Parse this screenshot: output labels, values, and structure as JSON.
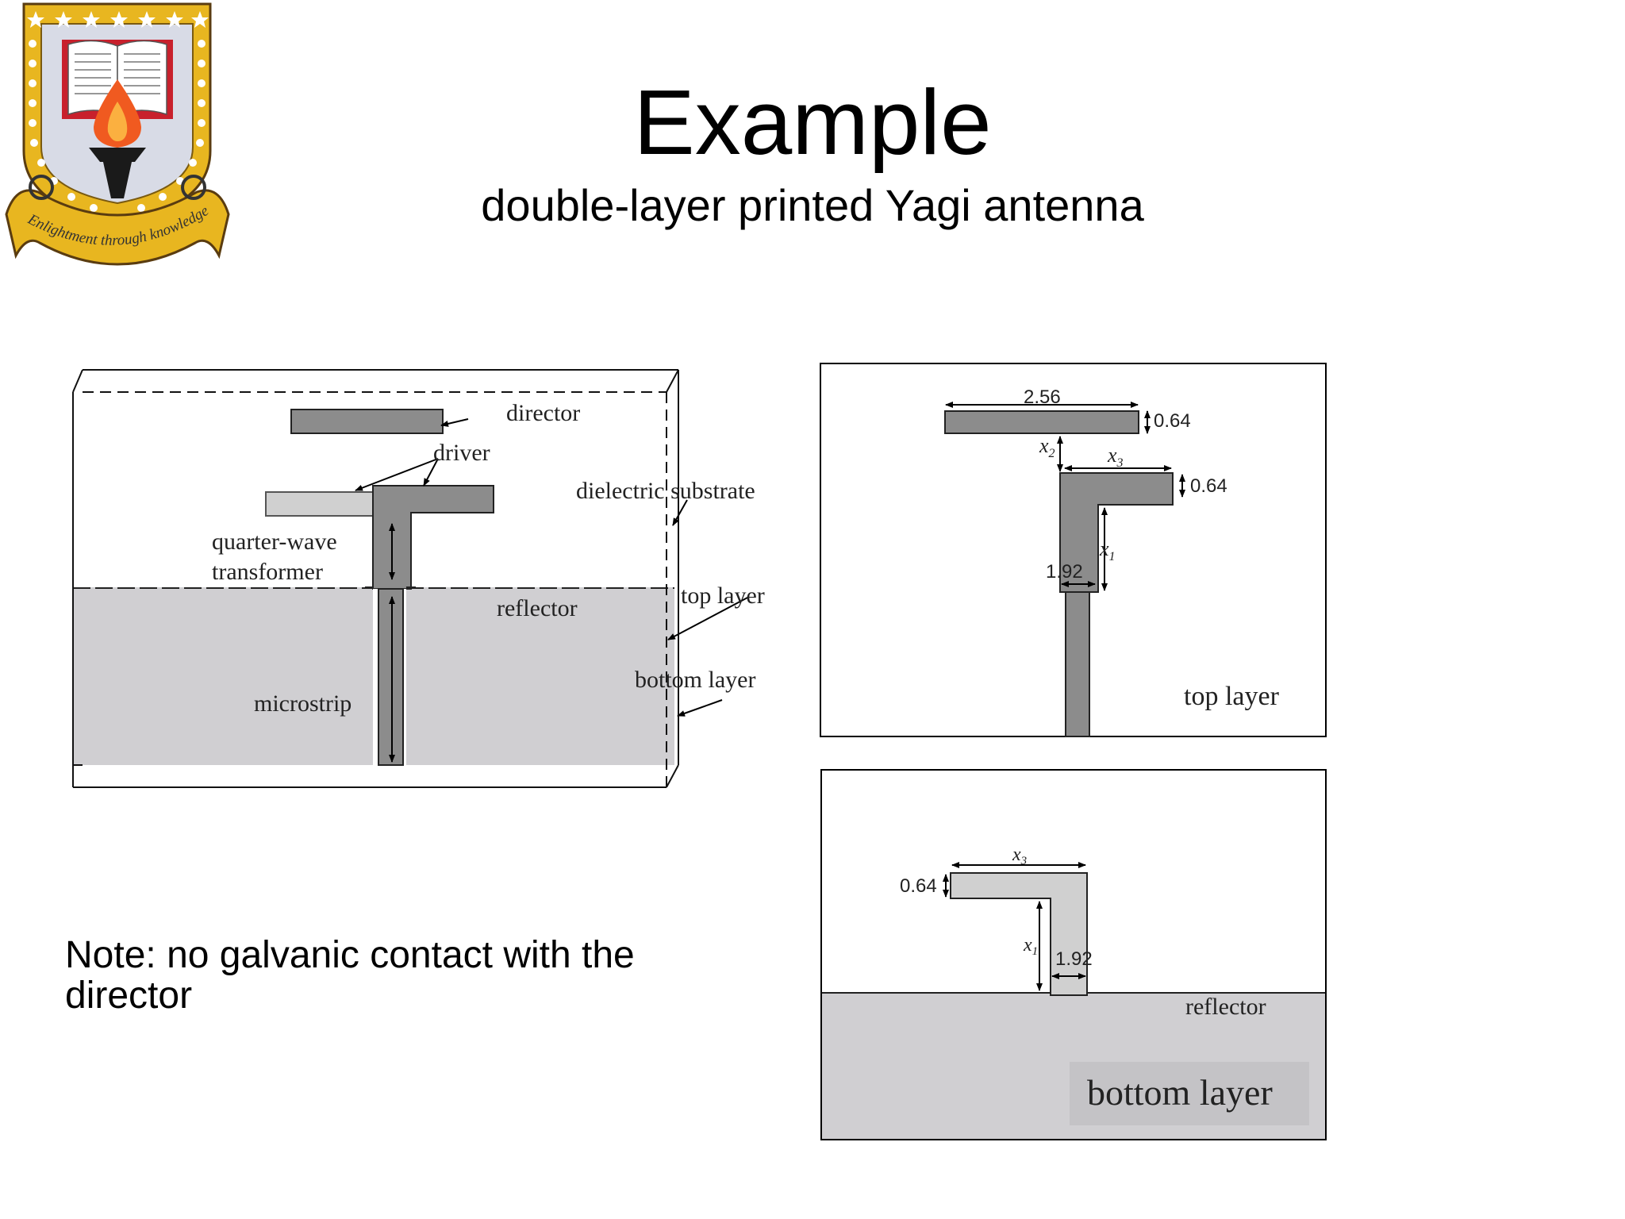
{
  "header": {
    "title": "Example",
    "subtitle": "double-layer printed Yagi antenna"
  },
  "logo": {
    "motto": "Enlightment through knowledge",
    "icon": "university-crest-icon",
    "colors": {
      "gold": "#e8b620",
      "red": "#c8202c",
      "flame": "#f05a20"
    }
  },
  "note": "Note: no galvanic contact with the director",
  "diagram_main": {
    "director": "director",
    "driver": "driver",
    "dielectric": "dielectric substrate",
    "qw_line1": "quarter-wave",
    "qw_line2": "transformer",
    "top_layer": "top layer",
    "reflector": "reflector",
    "bottom_layer": "bottom layer",
    "microstrip": "microstrip"
  },
  "diagram_top": {
    "dim_width": "2.56",
    "dim_dir_thick": "0.64",
    "x2": "x",
    "x2_sub": "2",
    "x3": "x",
    "x3_sub": "3",
    "dim_arm_thick": "0.64",
    "x1": "x",
    "x1_sub": "1",
    "dim_feed": "1.92",
    "label": "top layer"
  },
  "diagram_bottom": {
    "x3": "x",
    "x3_sub": "3",
    "dim_arm_thick": "0.64",
    "x1": "x",
    "x1_sub": "1",
    "dim_feed": "1.92",
    "reflector": "reflector",
    "label": "bottom layer"
  },
  "colors": {
    "dark_metal": "#8c8c8c",
    "light_metal": "#d0d0d0",
    "ground": "#d0cfd2"
  }
}
